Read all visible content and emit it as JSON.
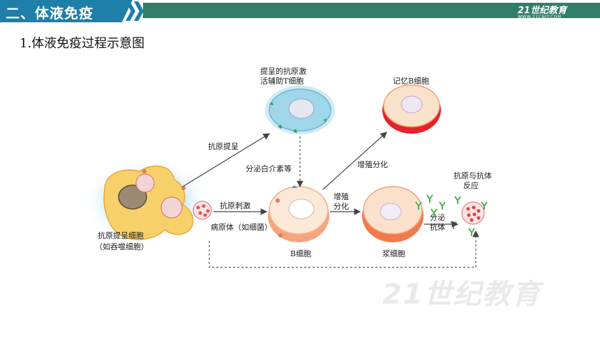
{
  "header": {
    "section_title": "二、体液免疫",
    "logo_text": "21世纪教育",
    "logo_sub": "WWW.21CNJY.COM"
  },
  "heading": "1.体液免疫过程示意图",
  "diagram": {
    "labels": {
      "th_cell": "提呈的抗原激",
      "th_cell_2": "活辅助T细胞",
      "memory_b": "记忆B细胞",
      "antigen_present": "抗原提呈",
      "secrete_cytokines": "分泌白介素等",
      "proliferate_1": "增殖分化",
      "apc_1": "抗原提呈细胞",
      "apc_2": "（如吞噬细胞）",
      "antigen_stim": "抗原刺激",
      "pathogen": "病原体（如细菌）",
      "proliferate_2a": "增殖",
      "proliferate_2b": "分化",
      "secrete_1": "分泌",
      "secrete_2": "抗体",
      "reaction_1": "抗原与抗体",
      "reaction_2": "反应",
      "b_cell": "B细胞",
      "plasma_cell": "浆细胞"
    },
    "colors": {
      "th_cell": "#9fd6ea",
      "b_cell": "#f4a57c",
      "plasma_ring": "#f07a4c",
      "memory_ring": "#e6222c",
      "apc": "#f7d06a",
      "antibody": "#4caf50",
      "pathogen": "#e86a6a"
    }
  },
  "watermark": "21世纪教育"
}
